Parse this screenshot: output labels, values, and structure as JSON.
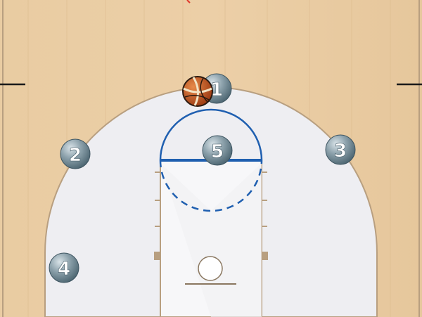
{
  "diagram": {
    "kind": "basketball-half-court-play",
    "colors": {
      "wood": "#e8c9a0",
      "wood_dark": "#d8b68a",
      "paint": "#eeeef2",
      "lane_light": "#f7f7f9",
      "line": "#b89f80",
      "key_line": "#1f5fb0",
      "player": "#6c8591",
      "player_light": "#c5d3da",
      "ball": "#c9541e",
      "marker_red": "#e0362a"
    },
    "players": [
      {
        "number": "1"
      },
      {
        "number": "2"
      },
      {
        "number": "3"
      },
      {
        "number": "4"
      },
      {
        "number": "5"
      }
    ],
    "ball": {
      "holder": "1"
    }
  }
}
